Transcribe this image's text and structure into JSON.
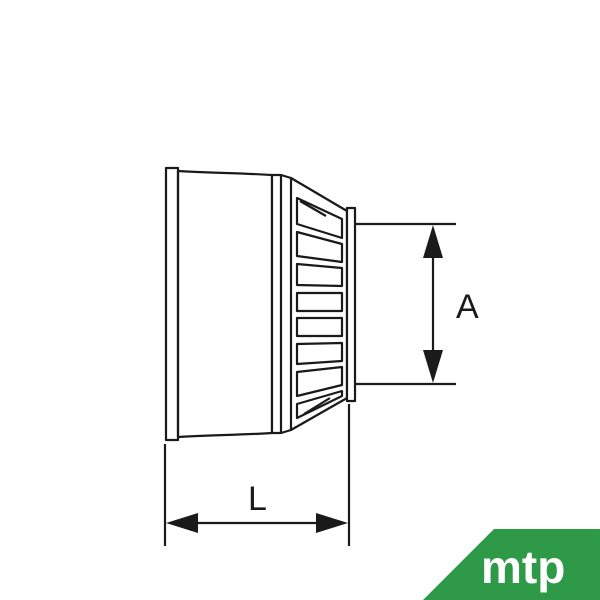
{
  "diagram": {
    "dimension_height_label": "A",
    "dimension_length_label": "L"
  },
  "logo": {
    "text": "mtp",
    "color": "#2e9a47",
    "text_color": "#ffffff"
  },
  "colors": {
    "line": "#1a1a1a",
    "background": "#ffffff"
  }
}
